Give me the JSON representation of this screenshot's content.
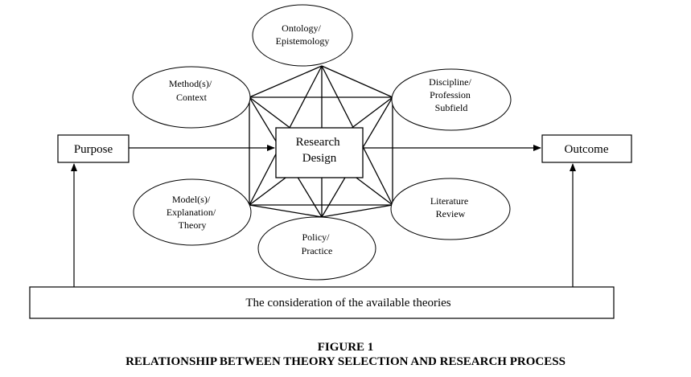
{
  "diagram": {
    "center": {
      "lines": [
        "Research",
        "Design"
      ]
    },
    "purpose": "Purpose",
    "outcome": "Outcome",
    "bottom_box": "The consideration of the available theories",
    "nodes": [
      {
        "id": "ontology",
        "lines": [
          "Ontology/",
          "Epistemology"
        ]
      },
      {
        "id": "discipline",
        "lines": [
          "Discipline/",
          "Profession",
          "Subfield"
        ]
      },
      {
        "id": "literature",
        "lines": [
          "Literature",
          "Review"
        ]
      },
      {
        "id": "policy",
        "lines": [
          "Policy/",
          "Practice"
        ]
      },
      {
        "id": "model",
        "lines": [
          "Model(s)/",
          "Explanation/",
          "Theory"
        ]
      },
      {
        "id": "method",
        "lines": [
          "Method(s)/",
          "Context"
        ]
      }
    ]
  },
  "caption": {
    "label": "FIGURE 1",
    "title": "RELATIONSHIP BETWEEN THEORY SELECTION AND RESEARCH PROCESS"
  }
}
